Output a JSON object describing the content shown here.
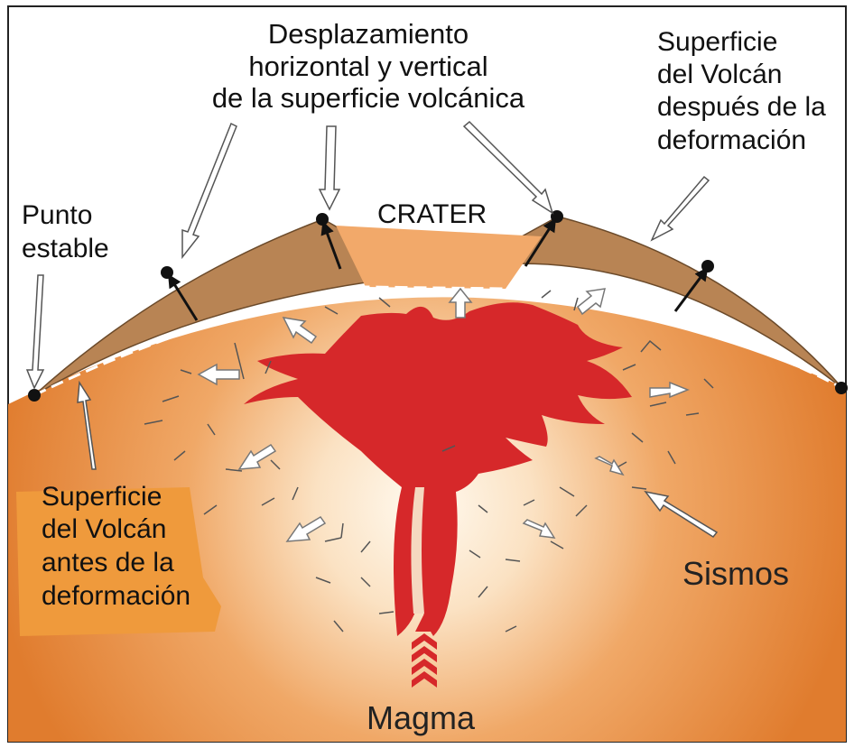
{
  "labels": {
    "displacement": [
      "Desplazamiento",
      "horizontal y vertical",
      "de la superficie volcánica"
    ],
    "surface_after": [
      "Superficie",
      "del Volcán",
      "después de la",
      "deformación"
    ],
    "stable_point": [
      "Punto",
      "estable"
    ],
    "crater": "CRATER",
    "surface_before": [
      "Superficie",
      "del Volcán",
      "antes de la",
      "deformación"
    ],
    "earthquakes": "Sismos",
    "magma": "Magma"
  },
  "colors": {
    "orange_body": "#e07c2e",
    "brown_bulge": "#b88454",
    "magma_red": "#d6282a",
    "glow": "#fff6e6"
  }
}
